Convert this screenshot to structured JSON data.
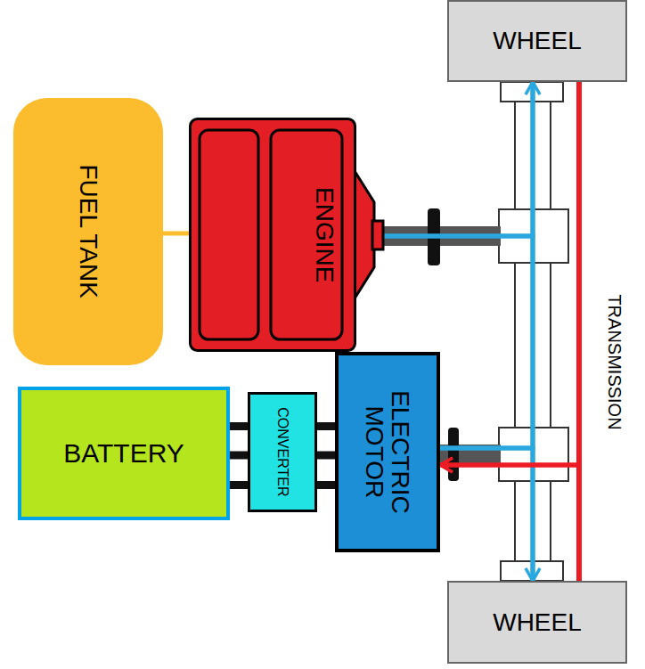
{
  "diagram": {
    "nodes": [
      {
        "text": [
          "WHEEL"
        ]
      },
      {
        "text": [
          "FUEL TANK"
        ]
      },
      {
        "text": [
          "ENGINE"
        ]
      },
      {
        "text": [
          "BATTERY"
        ]
      },
      {
        "text": [
          "CONVERTER"
        ]
      },
      {
        "text": [
          "ELECTRIC MOTOR"
        ]
      },
      {
        "text": [
          "WHEEL"
        ]
      }
    ],
    "edges": [
      {
        "from": 1,
        "to": 2,
        "arrow": "none"
      },
      {
        "from": 2,
        "to": 0,
        "arrow": "to"
      },
      {
        "from": 2,
        "to": 6,
        "arrow": "to"
      },
      {
        "from": 3,
        "to": 4,
        "arrow": "none"
      },
      {
        "from": 4,
        "to": 5,
        "arrow": "none"
      },
      {
        "from": 5,
        "to": 0,
        "arrow": "to"
      },
      {
        "from": 5,
        "to": 6,
        "arrow": "to"
      },
      {
        "from": 0,
        "to": 5,
        "arrow": "to"
      },
      {
        "from": 6,
        "to": 5,
        "arrow": "to"
      }
    ],
    "labels": [
      "TRANSMISSION"
    ]
  }
}
